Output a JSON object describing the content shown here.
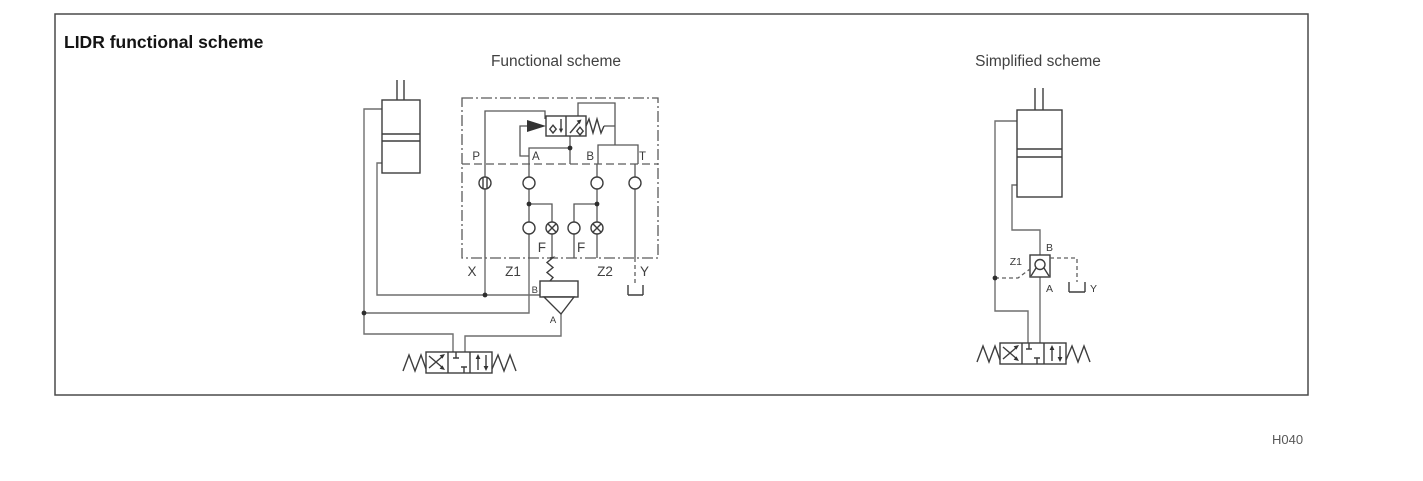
{
  "window": {
    "title": "LIDR functional scheme",
    "doc_code": "H040"
  },
  "functional_scheme": {
    "title": "Functional scheme",
    "top_ports": [
      "P",
      "A",
      "B",
      "T"
    ],
    "bottom_ports": [
      "X",
      "Z1",
      "Z2",
      "Y"
    ],
    "orifice_labels": [
      "F",
      "F"
    ],
    "check_valve": {
      "b": "B",
      "a": "A"
    }
  },
  "simplified_scheme": {
    "title": "Simplified scheme",
    "check_valve": {
      "b": "B",
      "a": "A"
    },
    "pilot_port": "Z1",
    "drain_port": "Y"
  }
}
